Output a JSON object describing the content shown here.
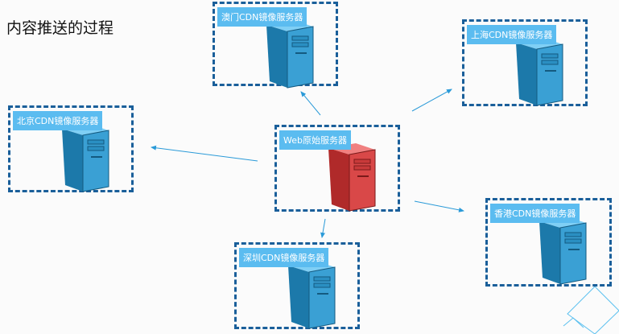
{
  "title": "内容推送的过程",
  "colors": {
    "border": "#1a5f9a",
    "label": "#5bbcf0",
    "mirror": "#3aa0d4",
    "origin": "#d94848",
    "arrow": "#2a9ad8"
  },
  "servers": {
    "origin": "Web原始服务器",
    "macau": "澳门CDN镜像服务器",
    "shanghai": "上海CDN镜像服务器",
    "beijing": "北京CDN镜像服务器",
    "hongkong": "香港CDN镜像服务器",
    "shenzhen": "深圳CDN镜像服务器"
  }
}
